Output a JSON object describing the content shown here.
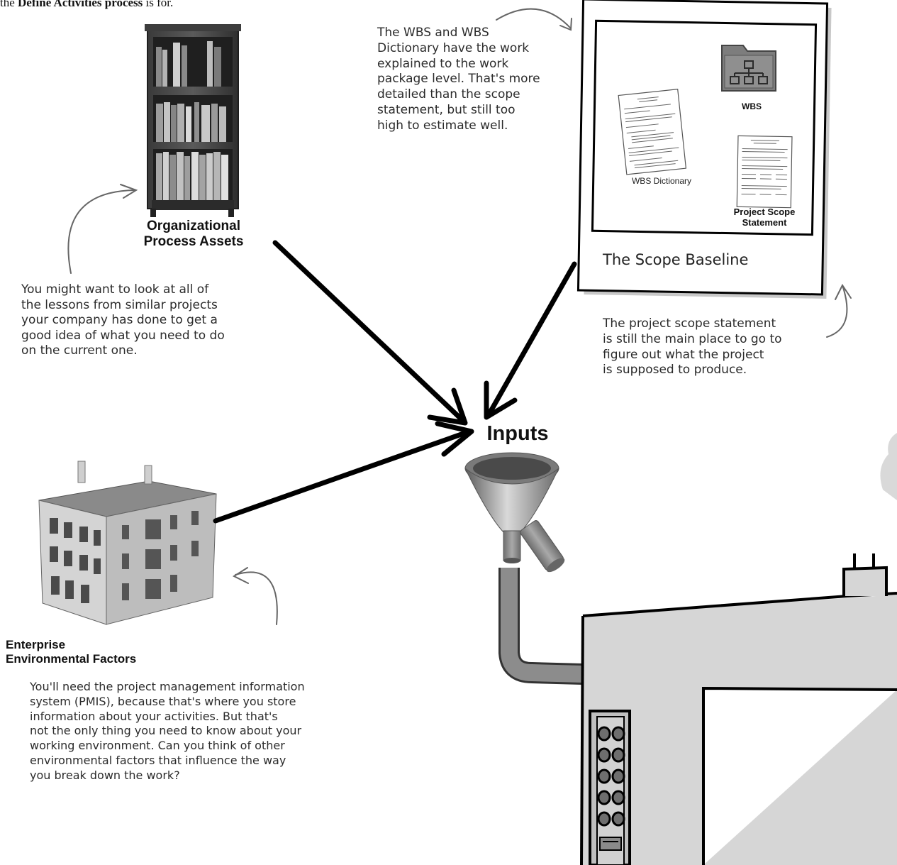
{
  "header": {
    "prefix": "the ",
    "bold": "Define Activities process",
    "suffix": " is for."
  },
  "inputs_label": "Inputs",
  "assets": {
    "line1": "Organizational",
    "line2": "Process Assets"
  },
  "enterprise": {
    "line1": "Enterprise",
    "line2": "Environmental Factors"
  },
  "scope_baseline": {
    "caption": "The Scope Baseline",
    "wbs_label": "WBS",
    "dictionary_label": "WBS Dictionary",
    "scope_statement_line1": "Project Scope",
    "scope_statement_line2": "Statement"
  },
  "notes": {
    "wbs": "The WBS and WBS\nDictionary have the work\nexplained to the work\npackage level. That's more\ndetailed than the scope\nstatement, but still too\nhigh to estimate well.",
    "lessons": "You might want to look at all of\nthe lessons from similar projects\nyour company has done to get a\ngood idea of what you need to do\non the current one.",
    "scope": "The project scope statement\nis still the main place to go to\nfigure out what the project\nis supposed to produce.",
    "pmis": "You'll need the project management information\nsystem (PMIS), because that's where you store\ninformation about your activities. But that's\nnot the only thing you need to know about your\nworking environment. Can you think of other\nenvironmental factors that influence the way\nyou break down the work?"
  },
  "icons": [
    "bookcase-icon",
    "building-icon",
    "funnel-icon",
    "folder-hierarchy-icon",
    "document-icon",
    "factory-icon"
  ]
}
